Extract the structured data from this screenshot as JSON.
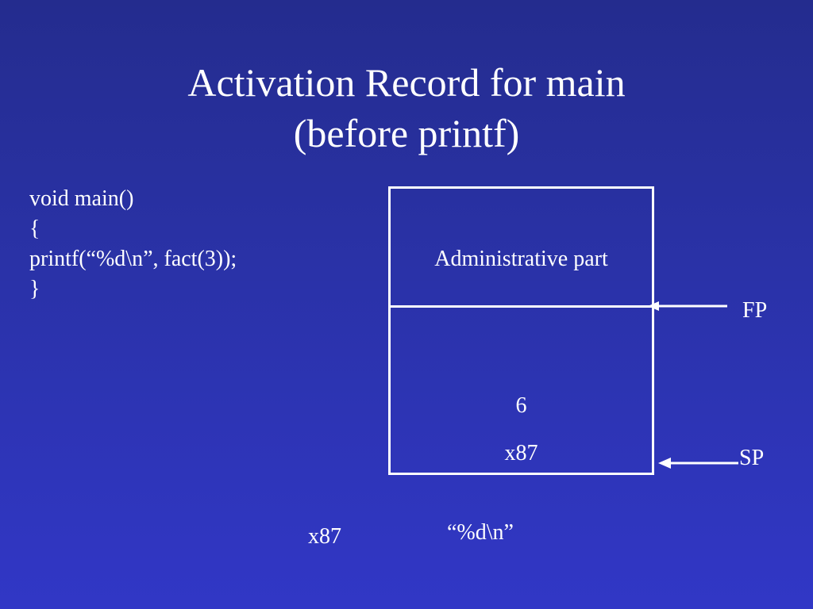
{
  "title": {
    "line1": "Activation Record for main",
    "line2": "(before printf)"
  },
  "code": {
    "lines": [
      "void main()",
      "{",
      "printf(“%d\\n”, fact(3));",
      "}"
    ]
  },
  "frame": {
    "admin_label": "Administrative part",
    "value_1": "6",
    "value_2": "x87"
  },
  "pointers": {
    "fp_label": "FP",
    "sp_label": "SP"
  },
  "below": {
    "address_label": "x87",
    "string_label": "“%d\\n”"
  },
  "colors": {
    "background_top": "#242c8e",
    "background_bottom": "#3137c6",
    "foreground": "#ffffff"
  }
}
